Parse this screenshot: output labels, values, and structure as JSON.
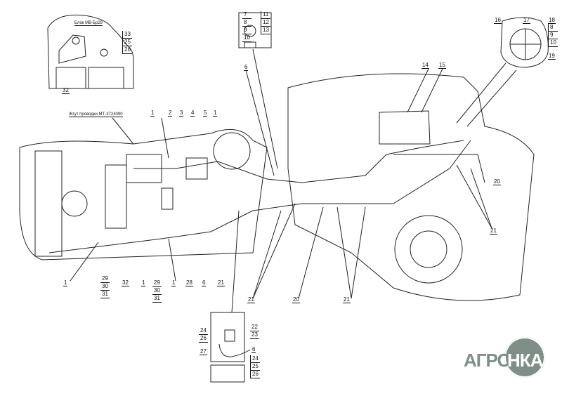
{
  "insets": {
    "top_left": {
      "note": "Блок МВ-Бр29",
      "callouts": [
        "33",
        "25",
        "26"
      ],
      "part": "32"
    },
    "top_center": {
      "left_callouts": [
        "7",
        "8",
        "9",
        "10"
      ],
      "right_callouts": [
        "11",
        "12",
        "13"
      ]
    },
    "top_right": {
      "callouts_top": [
        "16",
        "17",
        "18"
      ],
      "stack": [
        "8",
        "9",
        "10"
      ],
      "side": "19"
    },
    "bottom": {
      "left_top": [
        "24",
        "26"
      ],
      "left_mid": "27",
      "right_top": [
        "22",
        "23"
      ],
      "right_mid": "6",
      "right_bottom": [
        "24",
        "25",
        "26"
      ]
    }
  },
  "harness_note": "Жгут проводки МТ-3724090",
  "top_callouts": [
    "1",
    "2",
    "3",
    "4",
    "5",
    "1"
  ],
  "callout_6_top": "6",
  "cab_callouts": [
    "14",
    "15"
  ],
  "right_callouts": [
    "20",
    "21"
  ],
  "bottom_callouts": {
    "row1": [
      "1",
      "32",
      "1",
      "1",
      "28",
      "6",
      "21"
    ],
    "stack_a": [
      "29",
      "30",
      "31"
    ],
    "stack_b": [
      "29",
      "30",
      "31"
    ],
    "row2": [
      "21",
      "20",
      "21"
    ]
  },
  "logo": {
    "text": "АГРОНКА",
    "color": "#7f8f88"
  }
}
